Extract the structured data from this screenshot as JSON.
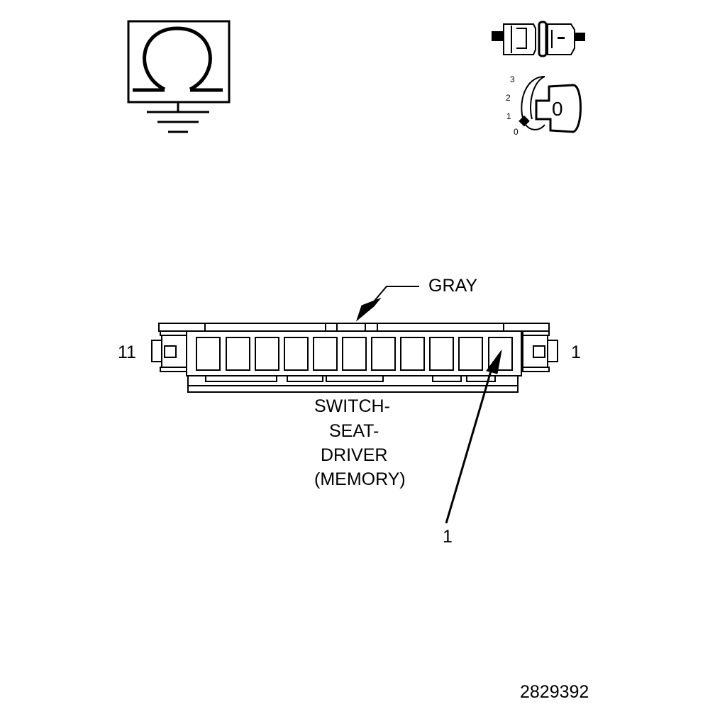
{
  "labels": {
    "color": "GRAY",
    "pin_left": "11",
    "pin_right": "1",
    "name_lines": [
      "SWITCH-",
      "SEAT-",
      "DRIVER",
      "(MEMORY)"
    ],
    "callout": "1",
    "figure_id": "2829392"
  },
  "ignition": {
    "positions": [
      "3",
      "2",
      "1",
      "0"
    ],
    "key_text": "0"
  },
  "icons": [
    "ohmmeter-ground-icon",
    "disconnected-connector-icon",
    "ignition-key-off-icon"
  ],
  "connector": {
    "cavity_count": 11
  }
}
